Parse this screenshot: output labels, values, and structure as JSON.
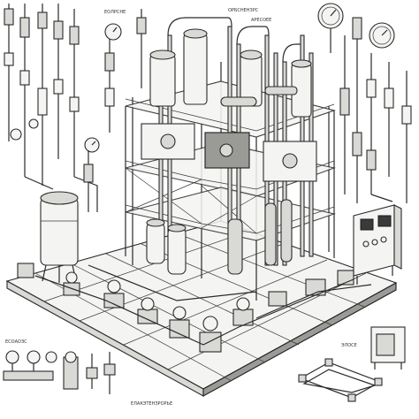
{
  "labels": {
    "top_center_left": "ЕОЛРСНЕ",
    "top_center": "ОРБСНЕНЗРС",
    "top_center_right": "АРЕСОЕЕ",
    "bottom_left": "ЕСОАОЗС",
    "bottom_center": "ЕЛАКЭТЕНЗРОРЬЕ",
    "bottom_right": "ЭЛОСЕ"
  },
  "colors": {
    "ink": "#2a2a2a",
    "paper": "#ffffff",
    "metal_light": "#f4f4f2",
    "metal_mid": "#d9d9d6",
    "metal_dark": "#9a9a96"
  },
  "icons": {
    "gauge": "pressure-gauge-icon",
    "valve": "valve-icon",
    "tank": "storage-tank-icon",
    "panel": "control-panel-icon"
  }
}
